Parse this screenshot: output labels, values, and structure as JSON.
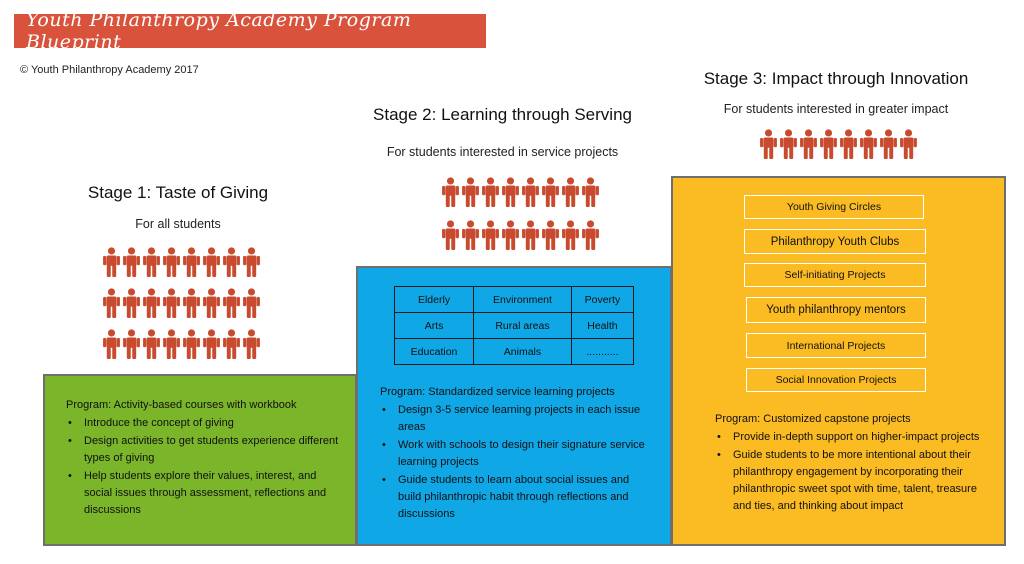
{
  "header": {
    "banner": "Youth Philanthropy Academy Program Blueprint",
    "copyright": "© Youth Philanthropy Academy 2017"
  },
  "colors": {
    "banner": "#d9533c",
    "person": "#c94b2f",
    "stage1_box": "#7ab52a",
    "stage2_box": "#10a7e6",
    "stage3_box": "#fbbb22"
  },
  "stages": [
    {
      "title": "Stage 1: Taste of Giving",
      "subtitle": "For all students",
      "people_rows": 3,
      "people_per_row": 8,
      "program": {
        "heading": "Program: Activity-based courses with workbook",
        "bullets": [
          "Introduce the concept of giving",
          "Design activities to get students experience different types of giving",
          "Help students explore their values, interest, and social issues through assessment, reflections and discussions"
        ]
      }
    },
    {
      "title": "Stage 2: Learning through Serving",
      "subtitle": "For students interested in service projects",
      "people_rows": 2,
      "people_per_row": 8,
      "issues_table": [
        [
          "Elderly",
          "Environment",
          "Poverty"
        ],
        [
          "Arts",
          "Rural areas",
          "Health"
        ],
        [
          "Education",
          "Animals",
          "..........."
        ]
      ],
      "program": {
        "heading": "Program: Standardized service learning projects",
        "bullets": [
          "Design 3-5 service learning projects in each issue areas",
          "Work with schools to design their signature service learning projects",
          "Guide students to learn about social issues and build philanthropic habit through reflections and discussions"
        ]
      }
    },
    {
      "title": "Stage 3: Impact through Innovation",
      "subtitle": "For students interested in greater impact",
      "people_rows": 1,
      "people_per_row": 8,
      "items": [
        "Youth Giving Circles",
        "Philanthropy Youth Clubs",
        "Self-initiating Projects",
        "Youth philanthropy mentors",
        "International Projects",
        "Social Innovation Projects"
      ],
      "program": {
        "heading": "Program: Customized capstone projects",
        "bullets": [
          "Provide in-depth support on higher-impact projects",
          "Guide students to be more intentional about their philanthropy engagement by incorporating their philanthropic sweet spot with time, talent, treasure and ties, and thinking about impact"
        ]
      }
    }
  ]
}
